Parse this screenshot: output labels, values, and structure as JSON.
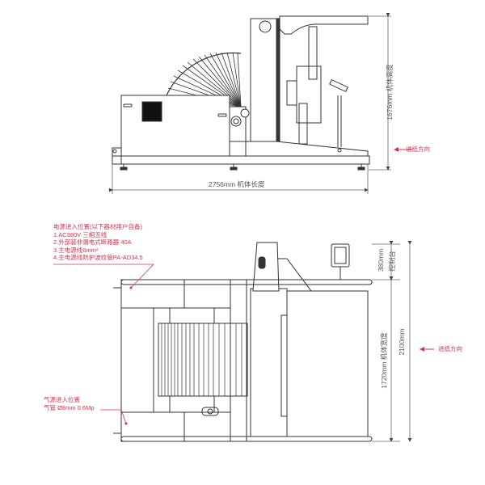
{
  "side_view": {
    "length_dimension": "2756mm 机体长度",
    "height_dimension": "1676mm 机体高度",
    "feed_direction": "进纸方向"
  },
  "top_view": {
    "control_station_dimension": "380mm",
    "control_station_label": "控制台",
    "body_width_dimension": "1720mm 机体宽度",
    "total_width_dimension": "2100mm",
    "feed_direction": "进纸方向"
  },
  "power_notes": {
    "title": "电源进入位置(以下器材用户自备)",
    "items": [
      "1.AC380V 三相五线",
      "2.外部装非漏电式断路器 40A",
      "3.主电源线6mm²",
      "4.主电源线防护波纹管PA-AD34.5"
    ]
  },
  "air_notes": {
    "title": "气源进入位置",
    "spec": "气管 Ø8mm 0.6Mp"
  },
  "colors": {
    "line": "#333333",
    "dimension": "#666666",
    "annotation": "#d9304a"
  }
}
